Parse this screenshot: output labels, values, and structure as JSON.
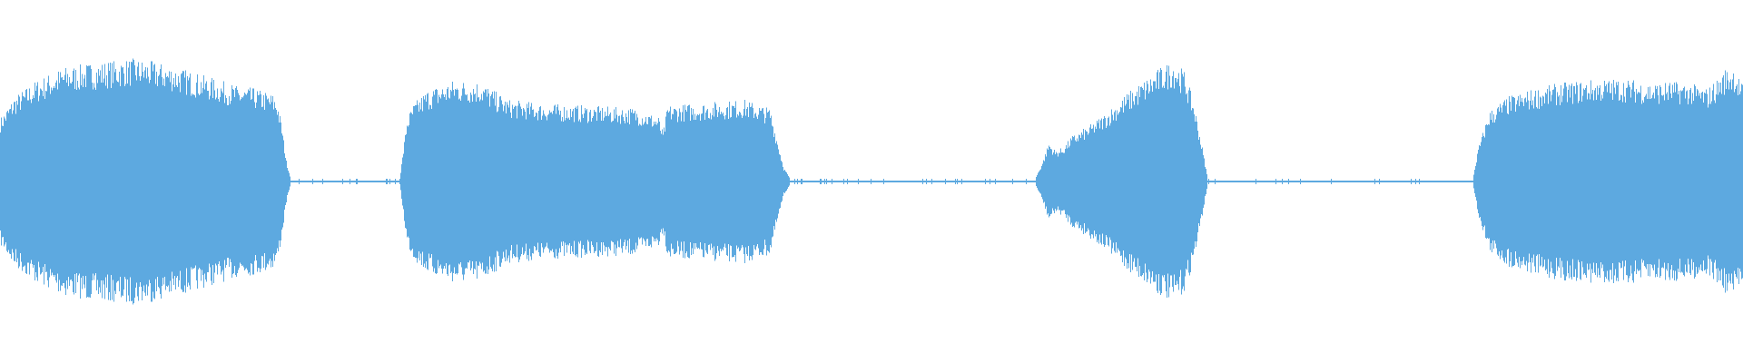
{
  "chart_data": {
    "type": "area",
    "title": "",
    "xlabel": "",
    "ylabel": "",
    "xlim": [
      0,
      1920
    ],
    "ylim": [
      -1,
      1
    ],
    "grid": false,
    "legend": "none",
    "series": [
      {
        "color": "#5DA9E0",
        "x": [
          0,
          15,
          40,
          70,
          100,
          130,
          145,
          160,
          175,
          190,
          210,
          240,
          260,
          280,
          300,
          305,
          310,
          315,
          320,
          440,
          448,
          455,
          470,
          500,
          530,
          540,
          560,
          600,
          640,
          700,
          725,
          730,
          735,
          780,
          820,
          848,
          855,
          863,
          870,
          1140,
          1148,
          1155,
          1162,
          1170,
          1180,
          1200,
          1220,
          1240,
          1260,
          1280,
          1292,
          1305,
          1315,
          1323,
          1330,
          1622,
          1628,
          1640,
          1660,
          1690,
          1720,
          1750,
          1780,
          1800,
          1820,
          1840,
          1860,
          1880,
          1890,
          1900,
          1910,
          1918
        ],
        "envelope": [
          0.45,
          0.6,
          0.72,
          0.81,
          0.84,
          0.86,
          0.87,
          0.86,
          0.84,
          0.82,
          0.78,
          0.72,
          0.68,
          0.66,
          0.62,
          0.58,
          0.4,
          0.15,
          0.02,
          0.02,
          0.45,
          0.55,
          0.65,
          0.72,
          0.71,
          0.66,
          0.58,
          0.55,
          0.54,
          0.52,
          0.46,
          0.35,
          0.54,
          0.56,
          0.58,
          0.52,
          0.32,
          0.1,
          0.02,
          0.02,
          0.14,
          0.28,
          0.22,
          0.24,
          0.32,
          0.4,
          0.5,
          0.62,
          0.72,
          0.82,
          0.86,
          0.78,
          0.55,
          0.28,
          0.02,
          0.02,
          0.24,
          0.5,
          0.6,
          0.66,
          0.7,
          0.72,
          0.73,
          0.72,
          0.7,
          0.71,
          0.7,
          0.66,
          0.72,
          0.8,
          0.82,
          0.7
        ]
      }
    ]
  }
}
